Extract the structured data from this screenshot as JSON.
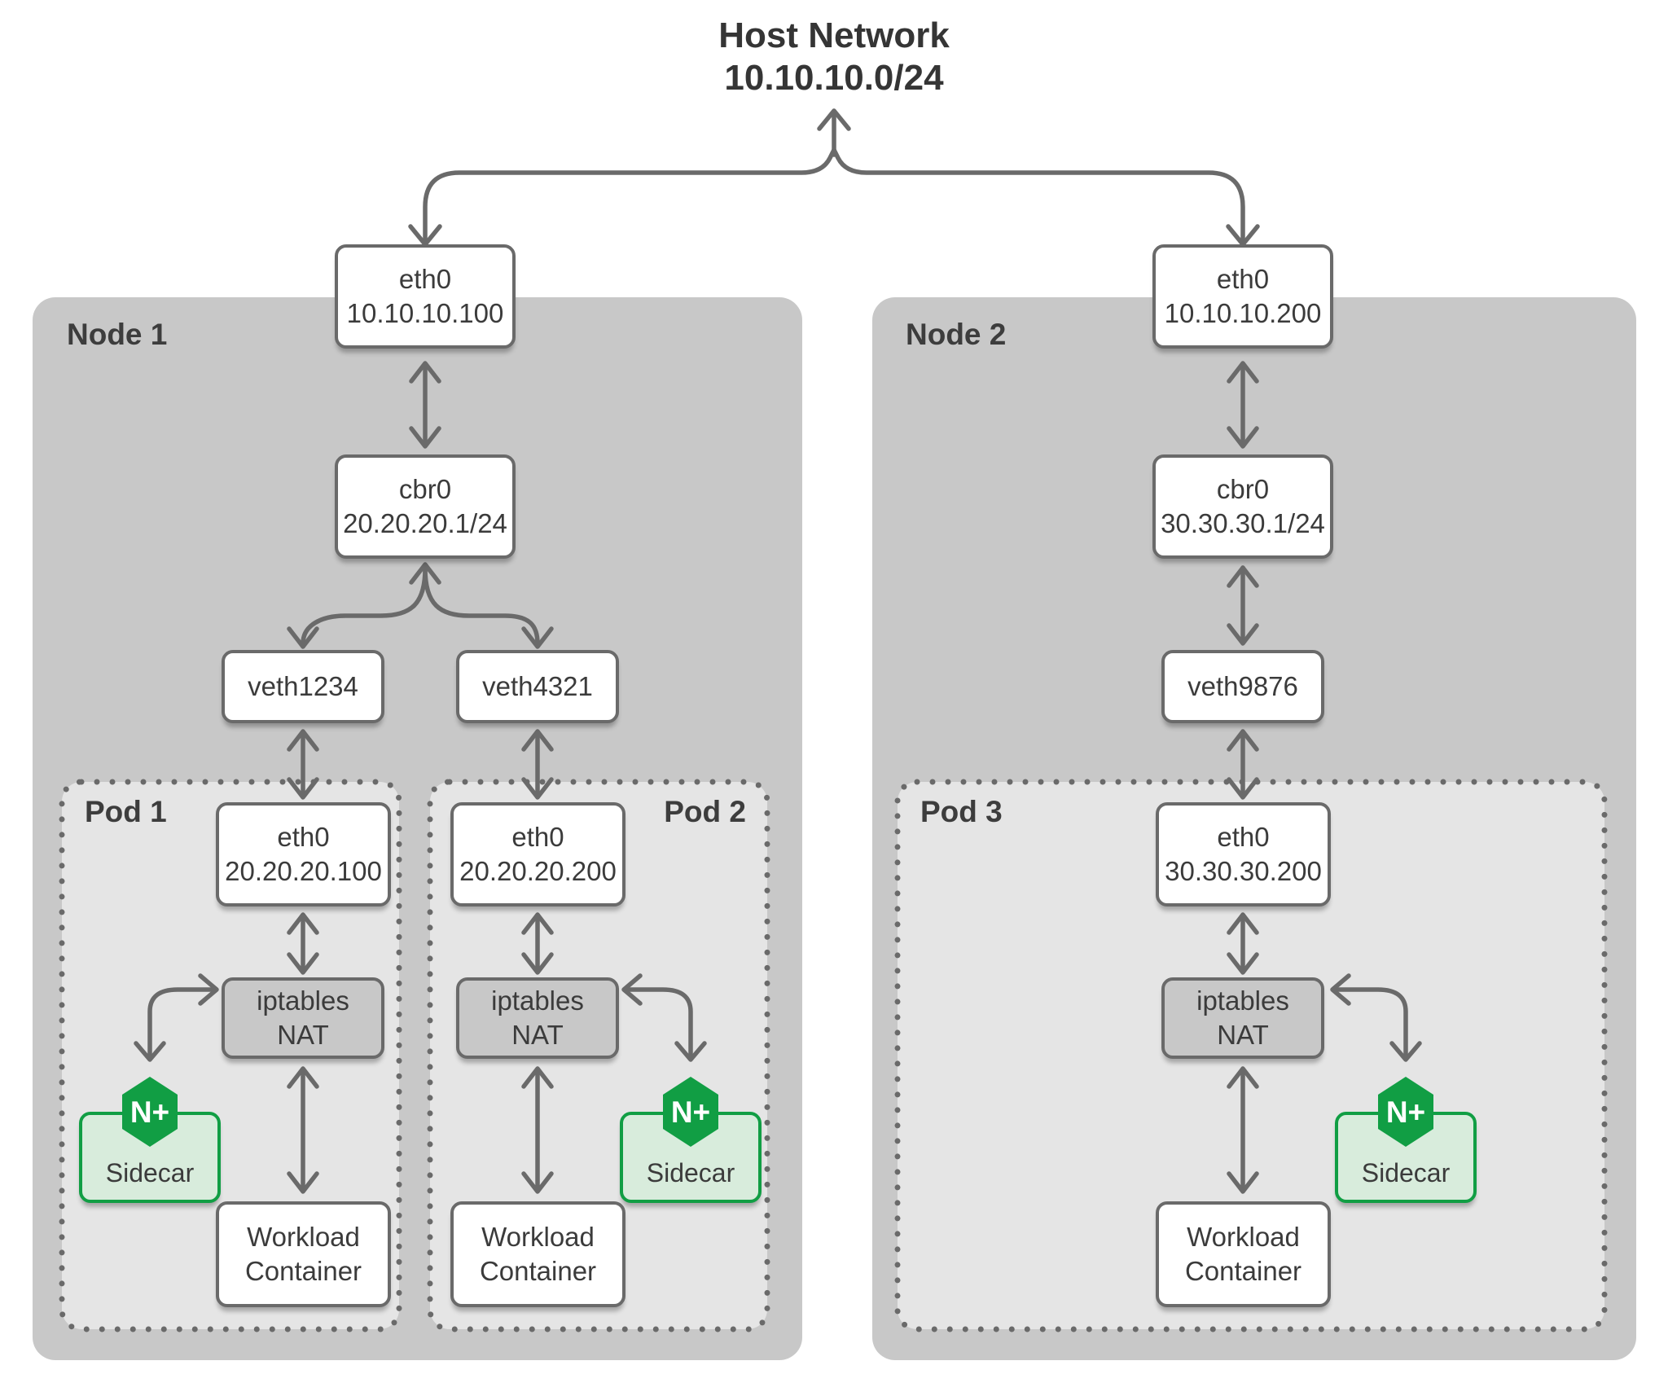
{
  "title": {
    "line1": "Host Network",
    "line2": "10.10.10.0/24"
  },
  "colors": {
    "node_bg": "#c8c8c8",
    "pod_bg": "#e5e5e5",
    "line_gray": "#6a6a6a",
    "nat_bg": "#c8c8c8",
    "text": "#3b3b3b",
    "nginx_green": "#119e44",
    "sidecar_bg": "#d8ecdc",
    "box_white": "#ffffff"
  },
  "nodes": [
    {
      "label": "Node 1",
      "eth0": {
        "name": "eth0",
        "ip": "10.10.10.100"
      },
      "bridge": {
        "name": "cbr0",
        "cidr": "20.20.20.1/24"
      },
      "veths": [
        "veth1234",
        "veth4321"
      ]
    },
    {
      "label": "Node 2",
      "eth0": {
        "name": "eth0",
        "ip": "10.10.10.200"
      },
      "bridge": {
        "name": "cbr0",
        "cidr": "30.30.30.1/24"
      },
      "veths": [
        "veth9876"
      ]
    }
  ],
  "pods": [
    {
      "label": "Pod 1",
      "eth0": {
        "name": "eth0",
        "ip": "20.20.20.100"
      },
      "nat": {
        "line1": "iptables",
        "line2": "NAT"
      },
      "sidecar": {
        "badge": "N+",
        "label": "Sidecar"
      },
      "workload": {
        "line1": "Workload",
        "line2": "Container"
      }
    },
    {
      "label": "Pod 2",
      "eth0": {
        "name": "eth0",
        "ip": "20.20.20.200"
      },
      "nat": {
        "line1": "iptables",
        "line2": "NAT"
      },
      "sidecar": {
        "badge": "N+",
        "label": "Sidecar"
      },
      "workload": {
        "line1": "Workload",
        "line2": "Container"
      }
    },
    {
      "label": "Pod 3",
      "eth0": {
        "name": "eth0",
        "ip": "30.30.30.200"
      },
      "nat": {
        "line1": "iptables",
        "line2": "NAT"
      },
      "sidecar": {
        "badge": "N+",
        "label": "Sidecar"
      },
      "workload": {
        "line1": "Workload",
        "line2": "Container"
      }
    }
  ]
}
